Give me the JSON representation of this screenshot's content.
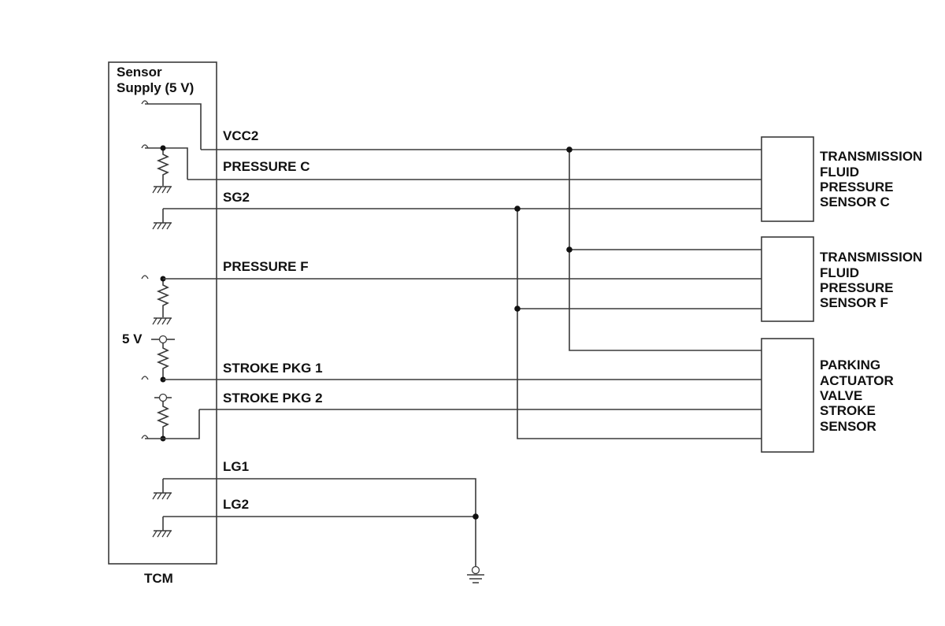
{
  "tcm": {
    "supply_line1": "Sensor",
    "supply_line2": "Supply (5 V)",
    "label": "TCM",
    "internal_5v": "5 V"
  },
  "signals": {
    "vcc2": "VCC2",
    "pressure_c": "PRESSURE C",
    "sg2": "SG2",
    "pressure_f": "PRESSURE F",
    "stroke_pkg1": "STROKE PKG 1",
    "stroke_pkg2": "STROKE PKG 2",
    "lg1": "LG1",
    "lg2": "LG2"
  },
  "sensors": {
    "sensor_c": [
      "TRANSMISSION",
      "FLUID",
      "PRESSURE",
      "SENSOR C"
    ],
    "sensor_f": [
      "TRANSMISSION",
      "FLUID",
      "PRESSURE",
      "SENSOR F"
    ],
    "parking": [
      "PARKING",
      "ACTUATOR",
      "VALVE",
      "STROKE",
      "SENSOR"
    ]
  },
  "colors": {
    "line": "#3a3a3a",
    "text": "#111111"
  }
}
